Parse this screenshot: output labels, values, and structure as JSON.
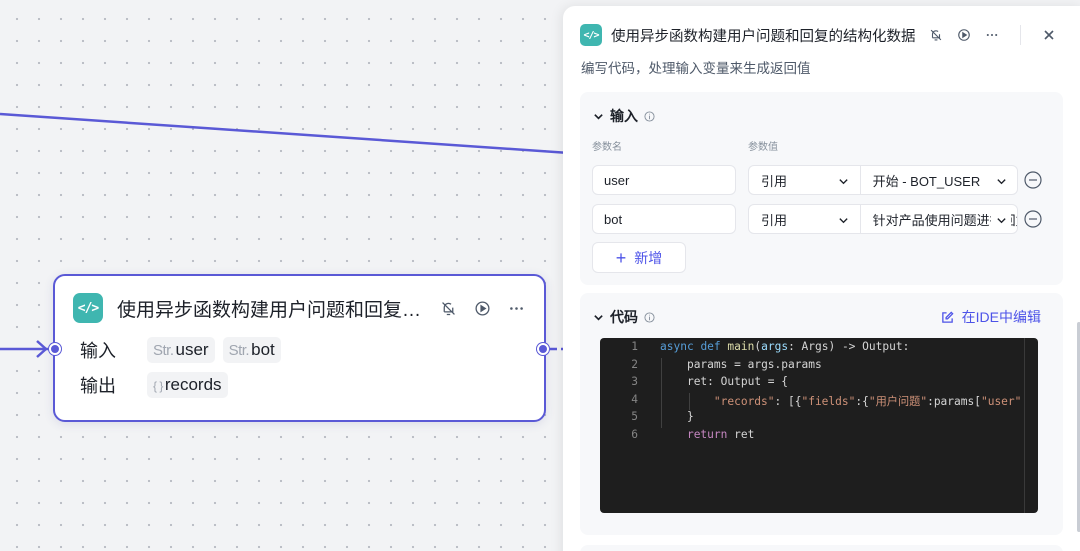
{
  "node": {
    "badge": "</>",
    "title": "使用异步函数构建用户问题和回复…",
    "input_label": "输入",
    "output_label": "输出",
    "inputs": [
      {
        "type": "Str.",
        "name": "user"
      },
      {
        "type": "Str.",
        "name": "bot"
      }
    ],
    "outputs": [
      {
        "type": "{ }",
        "name": "records"
      }
    ]
  },
  "panel": {
    "badge": "</>",
    "title": "使用异步函数构建用户问题和回复的结构化数据",
    "description": "编写代码，处理输入变量来生成返回值",
    "input_section": {
      "title": "输入",
      "col_name": "参数名",
      "col_value": "参数值",
      "rows": [
        {
          "name": "user",
          "mode": "引用",
          "value": "开始 - BOT_USER"
        },
        {
          "name": "bot",
          "mode": "引用",
          "value": "针对产品使用问题进行回复"
        }
      ],
      "add_label": "新增"
    },
    "code_section": {
      "title": "代码",
      "ide_label": "在IDE中编辑",
      "line_numbers": [
        "1",
        "2",
        "3",
        "4",
        "5",
        "6"
      ],
      "line1": {
        "async": "async",
        "def": "def",
        "main": "main",
        "p1": "(",
        "args": "args",
        "p2": ": Args) -> Output:"
      },
      "line2": {
        "a": "params",
        "b": " = ",
        "c": "args",
        "d": ".params"
      },
      "line3": {
        "a": "ret",
        "b": ": Output = {"
      },
      "line4": {
        "a": "\"records\"",
        "b": ": [{",
        "c": "\"fields\"",
        "d": ":{",
        "e": "\"用户问题\"",
        "f": ":params[",
        "g": "\"user\""
      },
      "line5": "}",
      "line6": {
        "a": "return",
        "b": " ret"
      }
    }
  },
  "colors": {
    "accent": "#4d53e8",
    "edge": "#5a59d6",
    "code_badge": "#3fb6b0"
  }
}
